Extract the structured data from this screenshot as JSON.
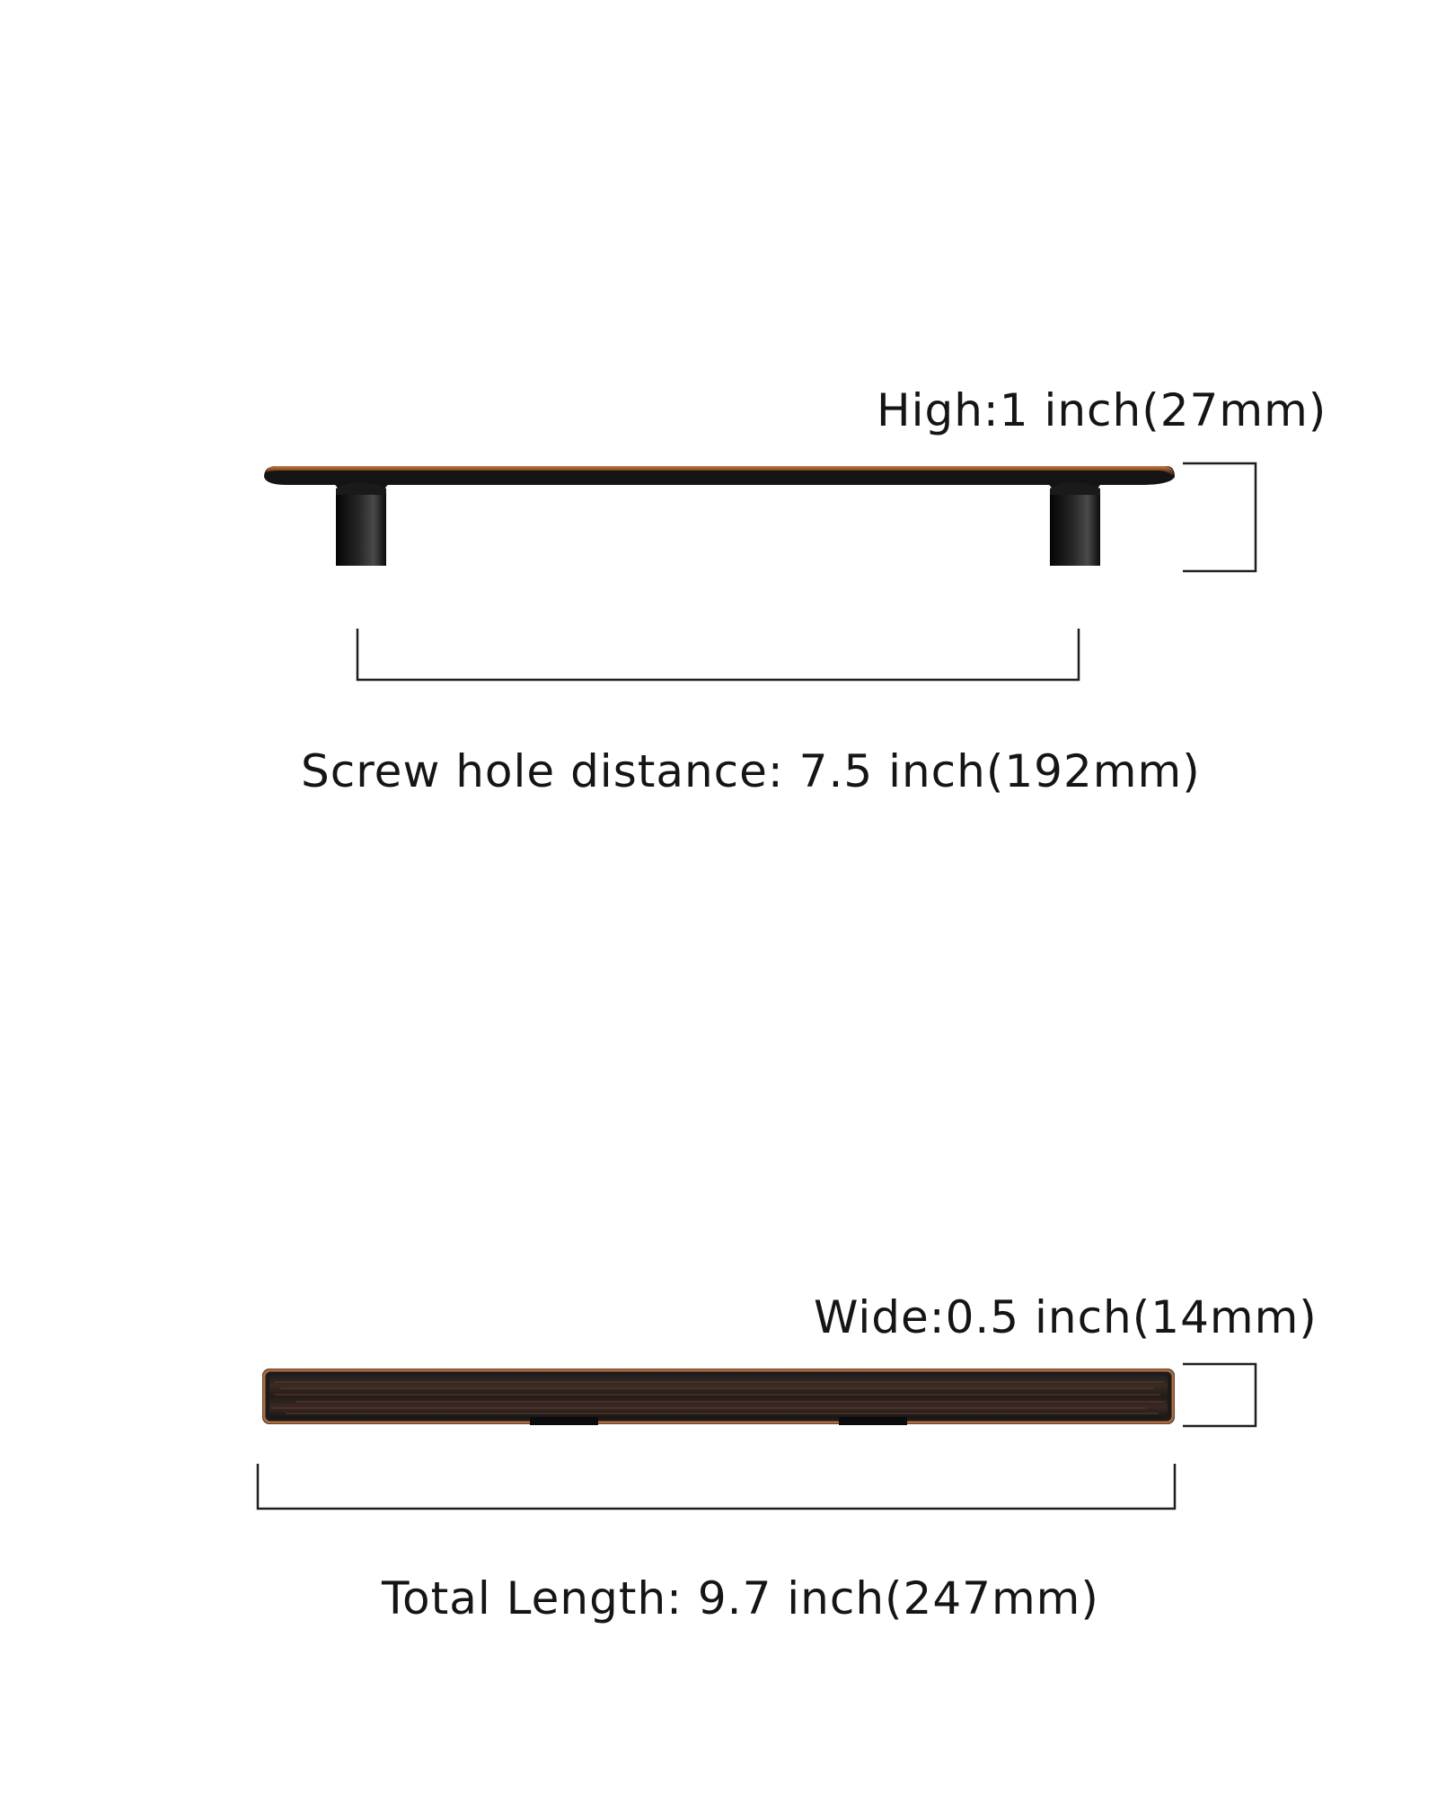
{
  "dimensions": {
    "height_label": "High:1 inch(27mm)",
    "screw_hole_label": "Screw hole distance: 7.5 inch(192mm)",
    "width_label": "Wide:0.5 inch(14mm)",
    "total_length_label": "Total Length: 9.7 inch(247mm)"
  },
  "colors": {
    "handle_body": "#151515",
    "handle_edge": "#b06a3b",
    "dimension_line": "#1f1f1f",
    "background": "#ffffff"
  }
}
